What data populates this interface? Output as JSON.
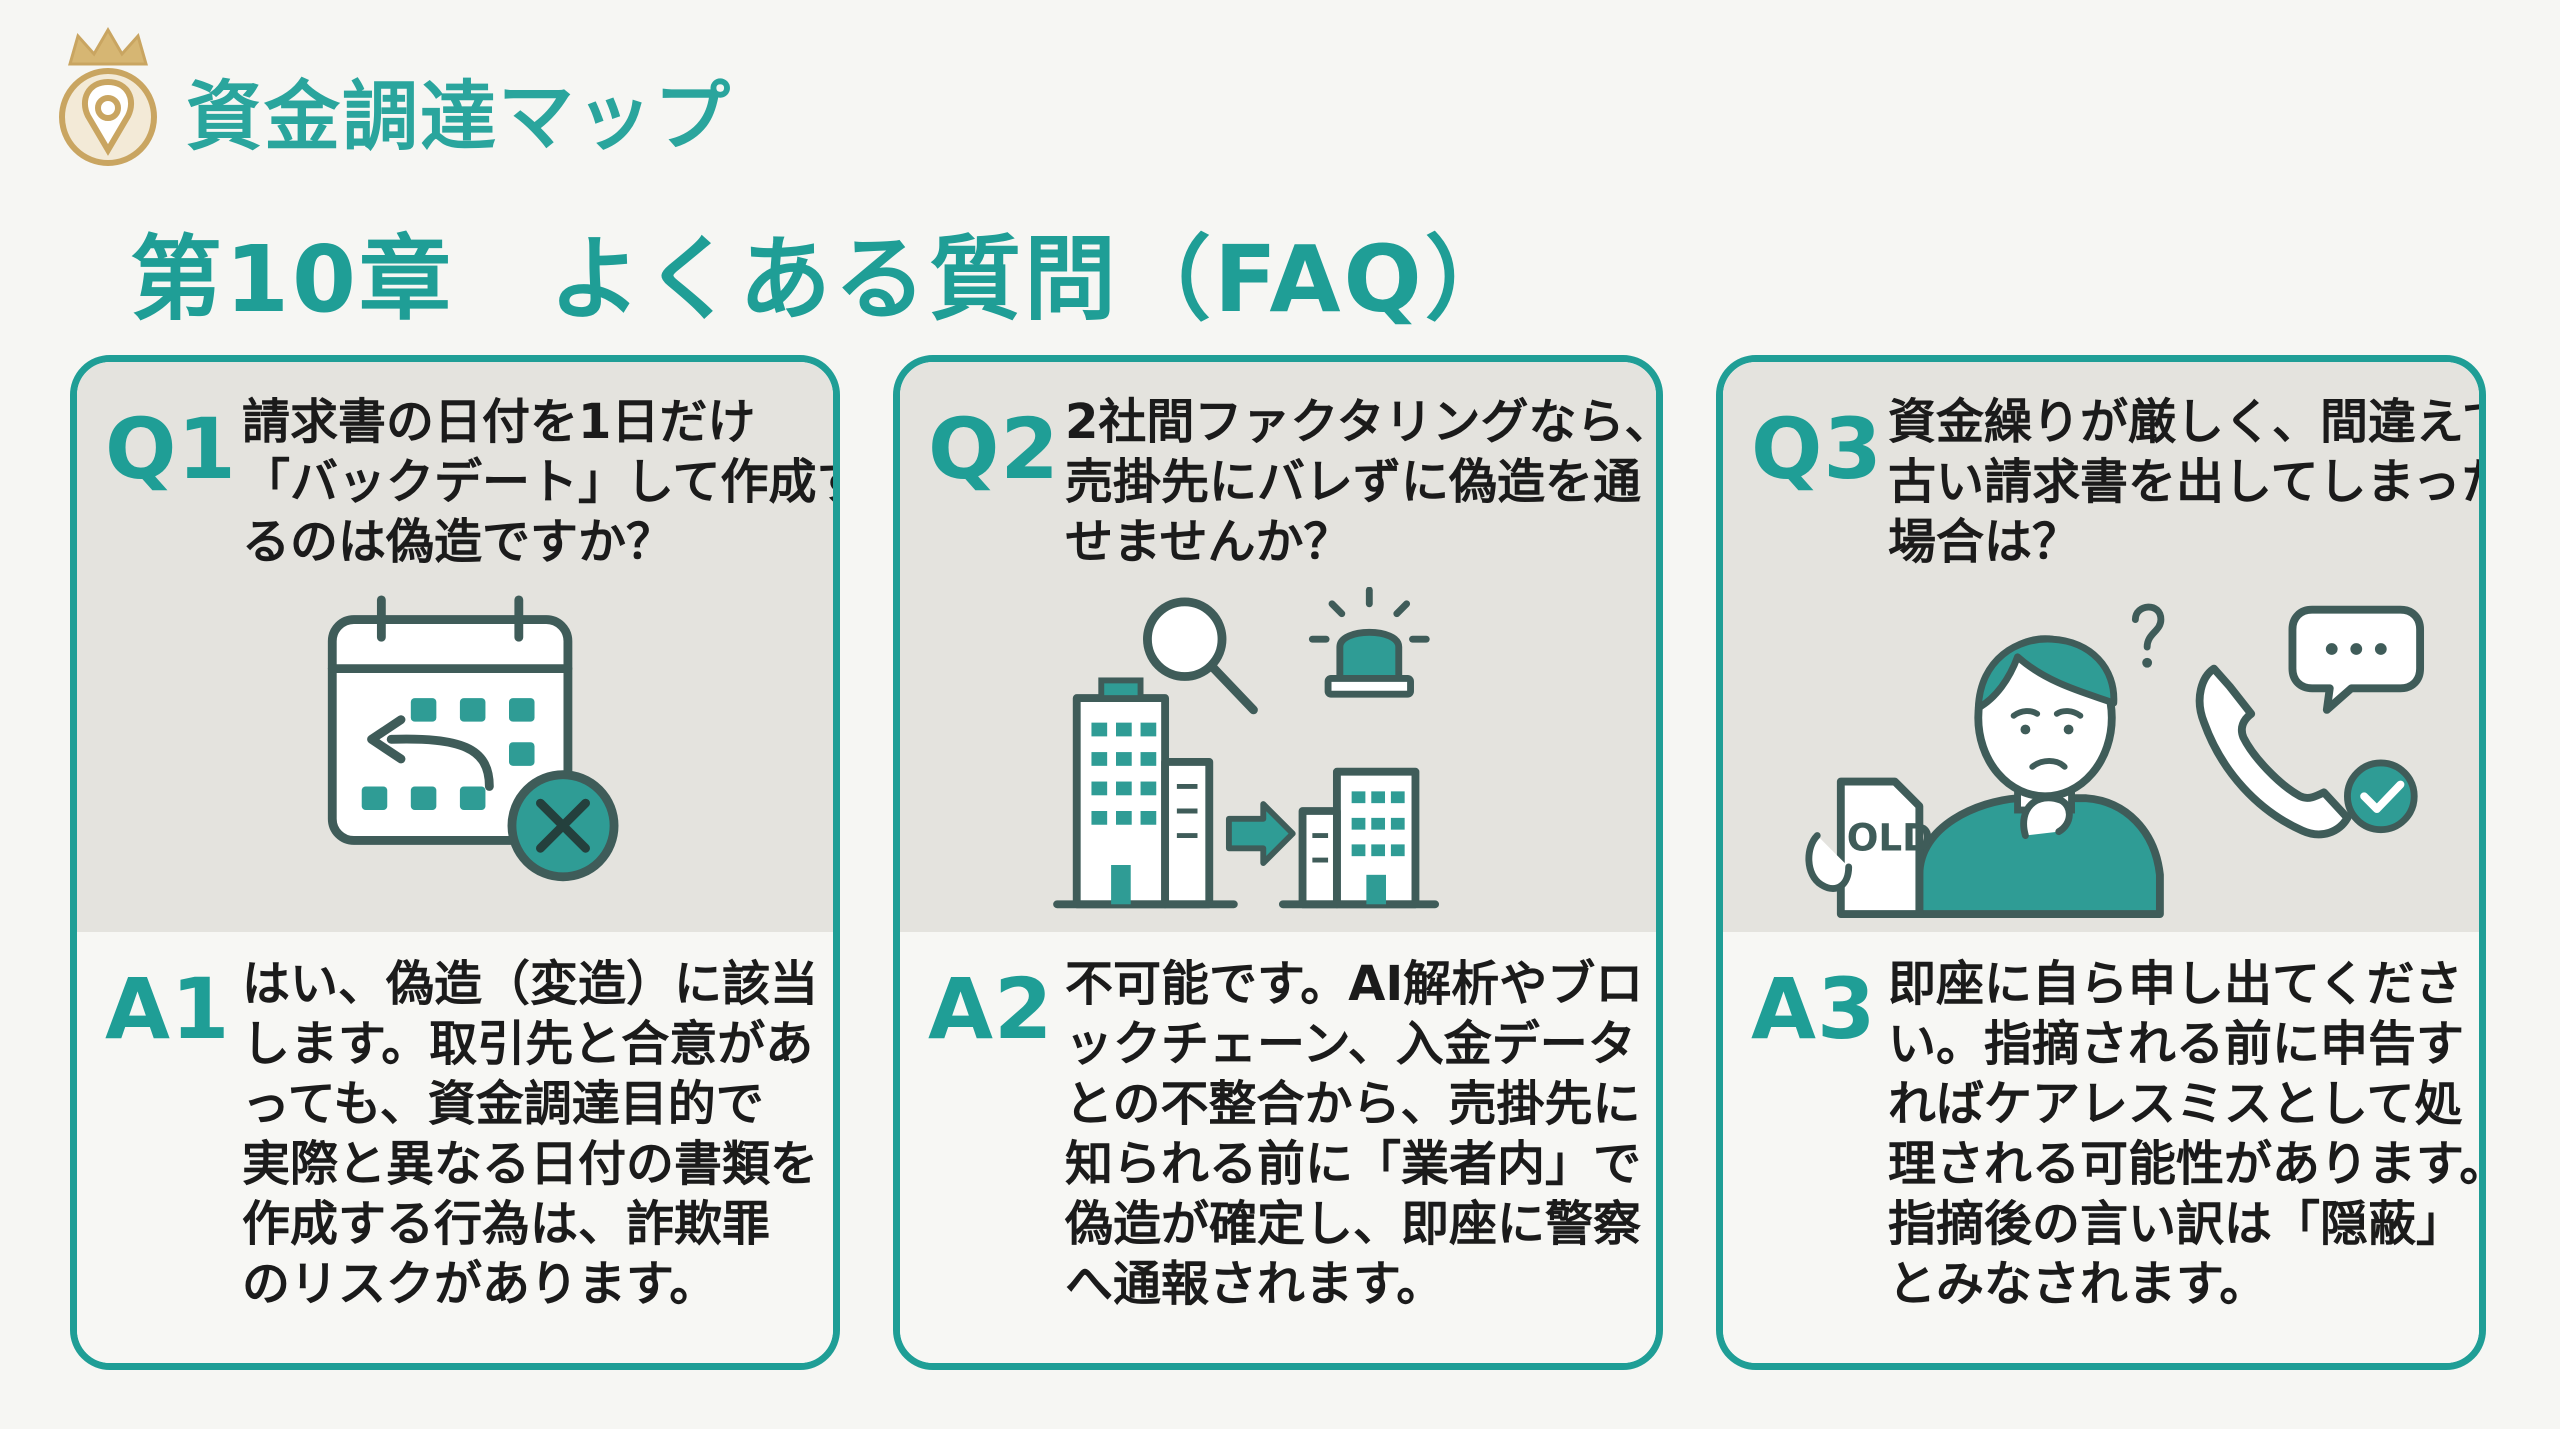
{
  "brand": {
    "name": "資金調達マップ",
    "accent": "#1f9e96",
    "gold": "#c9a561"
  },
  "chapter_title": "第10章　よくある質問（FAQ）",
  "cards": [
    {
      "q_label": "Q1",
      "q_lines": [
        "請求書の日付を1日だけ",
        "「バックデート」して作成す",
        "るのは偽造ですか？"
      ],
      "icon": "calendar-backdate-icon",
      "a_label": "A1",
      "a_lines": [
        "はい、偽造（変造）に該当",
        "します。取引先と合意があ",
        "っても、資金調達目的で",
        "実際と異なる日付の書類を",
        "作成する行為は、詐欺罪",
        "のリスクがあります。"
      ]
    },
    {
      "q_label": "Q2",
      "q_lines": [
        "2社間ファクタリングなら、",
        "売掛先にバレずに偽造を通",
        "せませんか？"
      ],
      "icon": "investigation-buildings-icon",
      "a_label": "A2",
      "a_lines": [
        "不可能です。AI解析やブロ",
        "ックチェーン、入金データ",
        "との不整合から、売掛先に",
        "知られる前に「業者内」で",
        "偽造が確定し、即座に警察",
        "へ通報されます。"
      ]
    },
    {
      "q_label": "Q3",
      "q_lines": [
        "資金繰りが厳しく、間違えて",
        "古い請求書を出してしまった",
        "場合は？"
      ],
      "icon": "worried-person-phone-icon",
      "icon_doc_text": "OLD",
      "a_label": "A3",
      "a_lines": [
        "即座に自ら申し出てくださ",
        "い。指摘される前に申告す",
        "ればケアレスミスとして処",
        "理される可能性があります。",
        "指摘後の言い訳は「隠蔽」",
        "とみなされます。"
      ]
    }
  ]
}
